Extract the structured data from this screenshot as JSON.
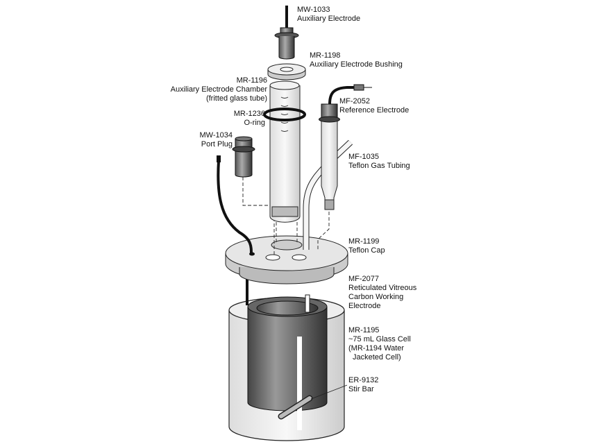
{
  "labels": {
    "aux_electrode": {
      "part": "MW-1033",
      "name": "Auxiliary Electrode"
    },
    "bushing": {
      "part": "MR-1198",
      "name": "Auxiliary Electrode Bushing"
    },
    "chamber": {
      "part": "MR-1196",
      "name": "Auxiliary Electrode Chamber",
      "note": "(fritted glass tube)"
    },
    "oring": {
      "part": "MR-1236",
      "name": "O-ring"
    },
    "reference": {
      "part": "MF-2052",
      "name": "Reference Electrode"
    },
    "port_plug": {
      "part": "MW-1034",
      "name": "Port Plug"
    },
    "gas_tubing": {
      "part": "MF-1035",
      "name": "Teflon Gas Tubing"
    },
    "cap": {
      "part": "MR-1199",
      "name": "Teflon Cap"
    },
    "working": {
      "part": "MF-2077",
      "line1": "Reticulated Vitreous",
      "line2": "Carbon Working",
      "line3": "Electrode"
    },
    "cell": {
      "part": "MR-1195",
      "line1": "~75 mL Glass Cell",
      "line2": "(MR-1194 Water",
      "line3": "Jacketed Cell)"
    },
    "stir_bar": {
      "part": "ER-9132",
      "name": "Stir Bar"
    }
  }
}
